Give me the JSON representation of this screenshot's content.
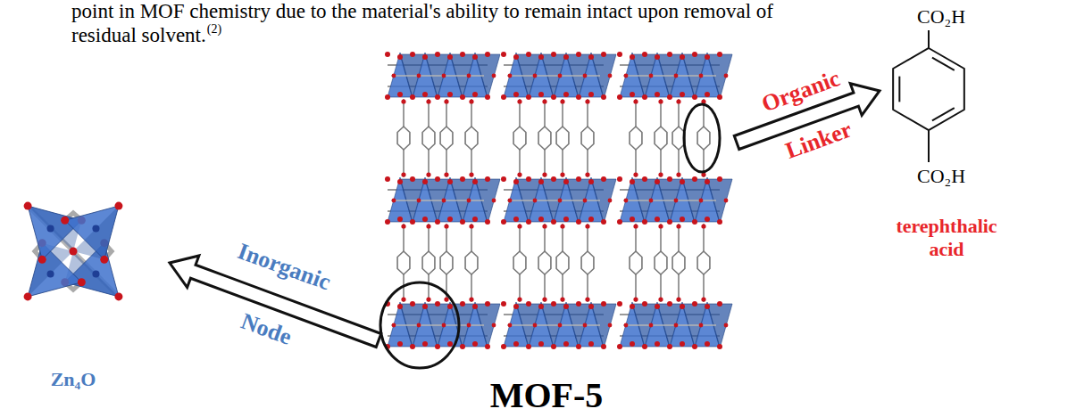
{
  "diagram": {
    "labels": [
      "point in MOF chemistry due to the material's ability to remain intact upon removal of",
      "residual solvent.",
      "(2)",
      "MOF-5",
      "Organic",
      "Linker",
      "CO₂H",
      "CO₂H",
      "terephthalic",
      "acid",
      "Inorganic",
      "Node",
      "Zn₄O"
    ]
  }
}
